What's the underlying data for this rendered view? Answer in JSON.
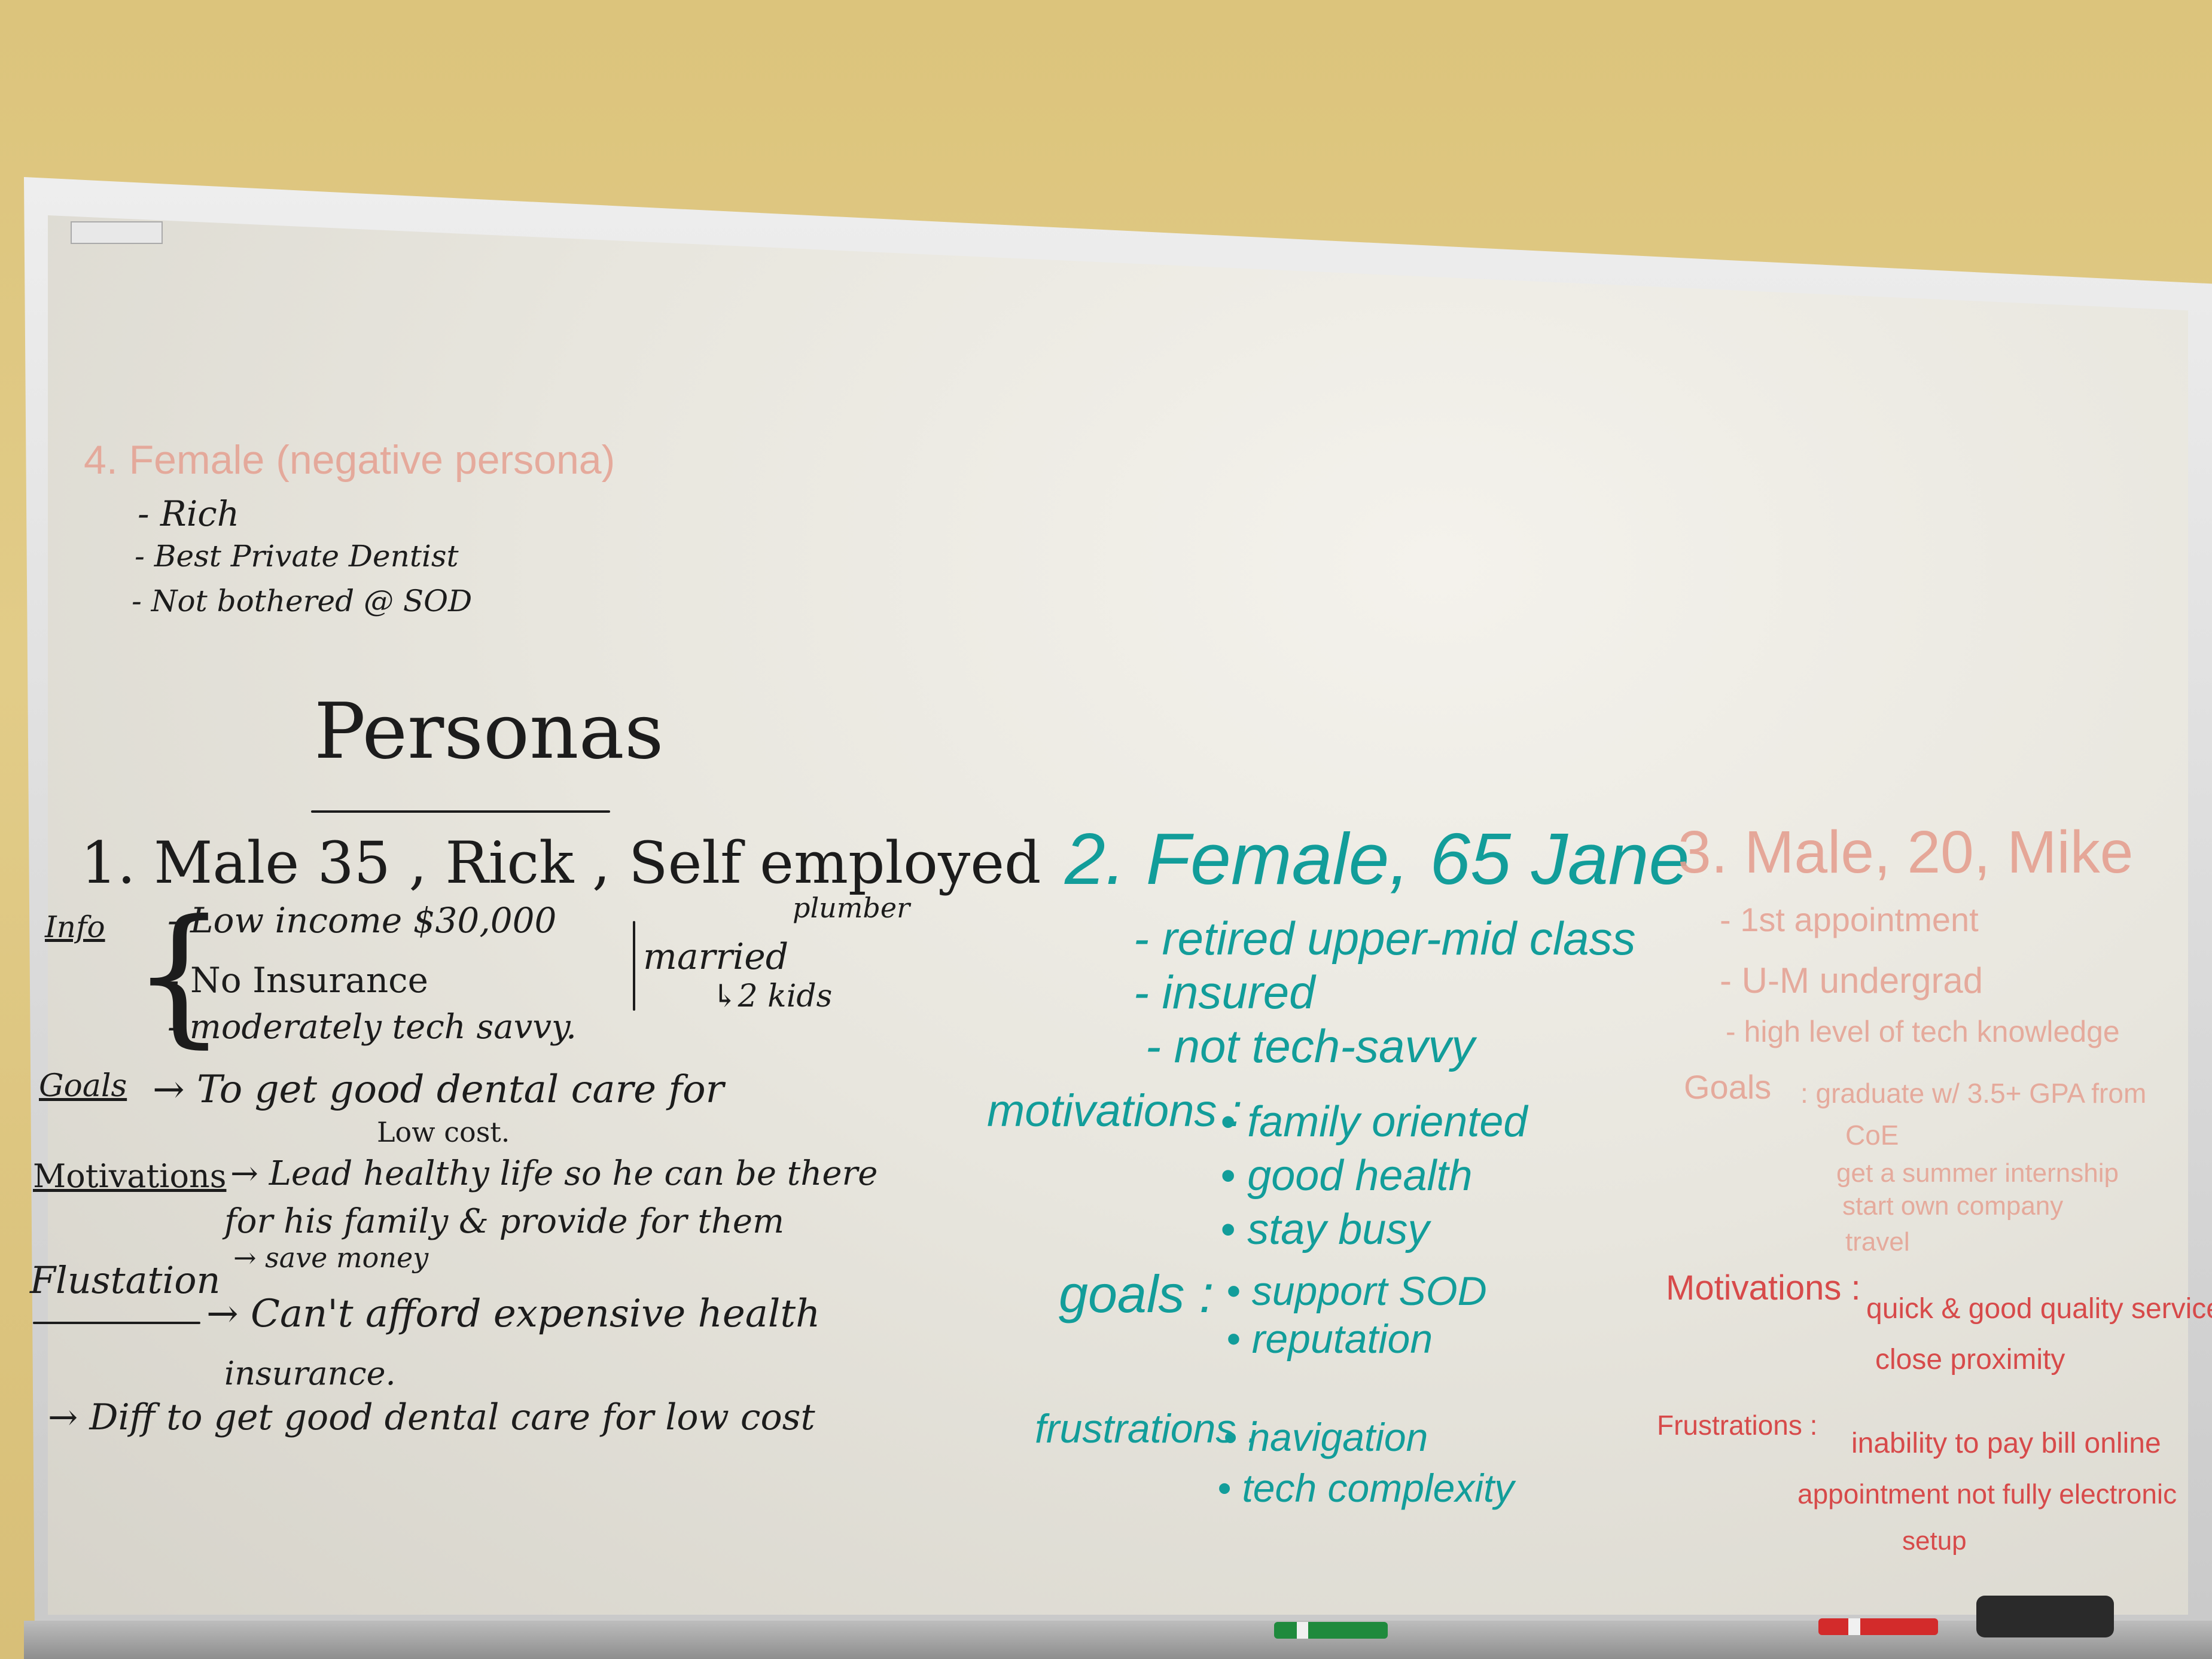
{
  "persona4": {
    "title": "4. Female (negative persona)",
    "items": [
      "- Rich",
      "- Best Private Dentist",
      "- Not bothered @ SOD"
    ]
  },
  "heading": "Personas",
  "persona1": {
    "title": "1. Male 35 , Rick , Self employed",
    "plumber": "plumber",
    "info_label": "Info",
    "info_items": [
      "- Low income $30,000",
      "- No Insurance",
      "- moderately tech savvy."
    ],
    "married": "married",
    "kids": "↳2 kids",
    "goals_label": "Goals",
    "goals": [
      "→ To get good dental care for",
      "Low cost."
    ],
    "motivations_label": "Motivations",
    "motivations": [
      "→ Lead healthy life so he can be there",
      "for his family & provide for them",
      "→ save money"
    ],
    "frustration_label": "Flustation",
    "frustrations": [
      "→ Can't afford expensive health",
      "insurance.",
      "→ Diff to get good dental care for low cost"
    ]
  },
  "persona2": {
    "title": "2. Female, 65 Jane",
    "items": [
      "- retired upper-mid class",
      "- insured",
      "- not tech-savvy"
    ],
    "motivations_label": "motivations :",
    "motivations": [
      "• family oriented",
      "• good health",
      "• stay busy"
    ],
    "goals_label": "goals :",
    "goals": [
      "• support SOD",
      "• reputation"
    ],
    "frustrations_label": "frustrations :",
    "frustrations": [
      "• navigation",
      "• tech complexity"
    ]
  },
  "persona3": {
    "title": "3. Male, 20, Mike",
    "items": [
      "- 1st appointment",
      "- U-M undergrad",
      "- high level of tech knowledge"
    ],
    "goals_label": "Goals",
    "goals": [
      ": graduate w/ 3.5+ GPA from",
      "CoE",
      "get a summer internship",
      "start own company",
      "travel"
    ],
    "motivations_label": "Motivations :",
    "motivations": [
      "quick & good quality services",
      "close proximity"
    ],
    "frustrations_label": "Frustrations :",
    "frustrations": [
      "inability to pay bill online",
      "appointment not fully electronic",
      "setup"
    ]
  },
  "colors": {
    "black_marker": "#1c1c1c",
    "teal_marker": "#129d9a",
    "red_marker": "#d74a4a",
    "wall": "#dcc47c",
    "board": "#e8e6de"
  }
}
